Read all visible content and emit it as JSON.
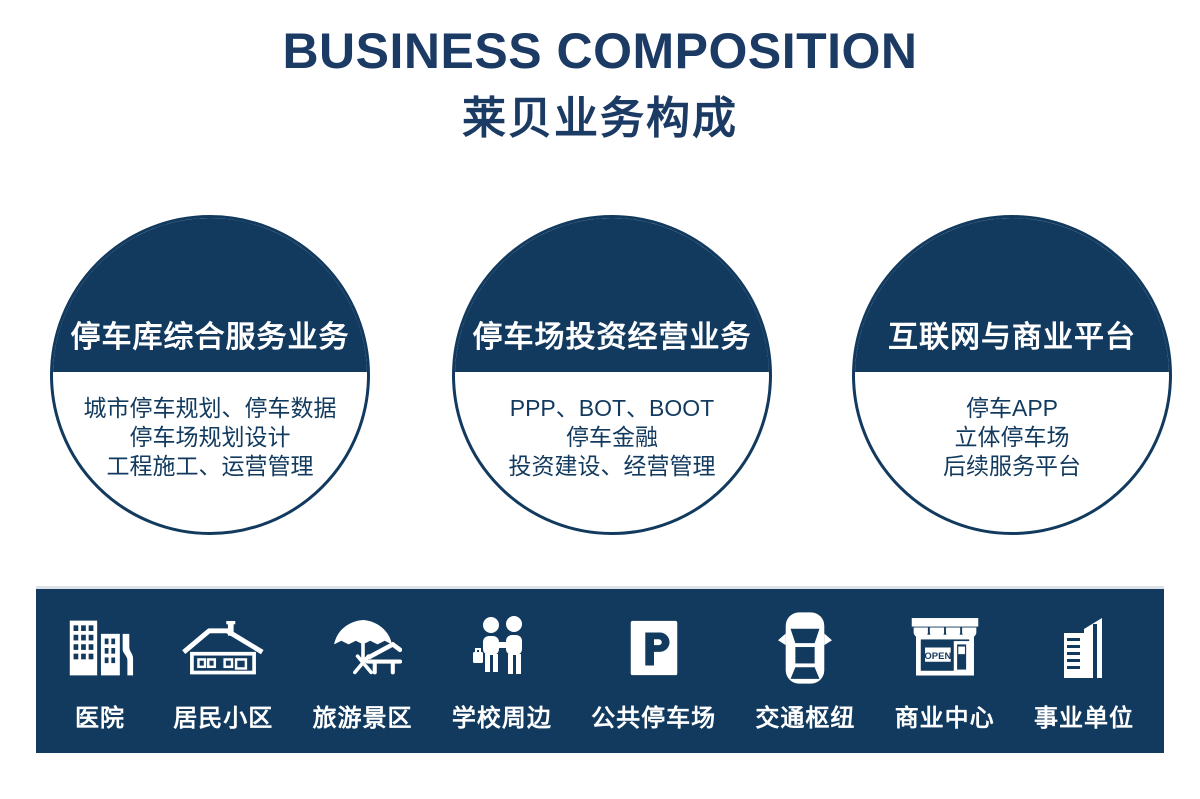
{
  "colors": {
    "navy": "#123a5e",
    "title": "#1b3a64",
    "white": "#ffffff"
  },
  "header": {
    "title_en": "BUSINESS COMPOSITION",
    "title_cn": "莱贝业务构成"
  },
  "circles": [
    {
      "title": "停车库综合服务业务",
      "lines": [
        "城市停车规划、停车数据",
        "停车场规划设计",
        "工程施工、运营管理"
      ]
    },
    {
      "title": "停车场投资经营业务",
      "lines": [
        "PPP、BOT、BOOT",
        "停车金融",
        "投资建设、经营管理"
      ]
    },
    {
      "title": "互联网与商业平台",
      "lines": [
        "停车APP",
        "立体停车场",
        "后续服务平台"
      ]
    }
  ],
  "bottom_bar": {
    "open_sign": "OPEN",
    "items": [
      {
        "icon": "hospital-icon",
        "label": "医院"
      },
      {
        "icon": "house-icon",
        "label": "居民小区"
      },
      {
        "icon": "beach-umbrella-icon",
        "label": "旅游景区"
      },
      {
        "icon": "students-icon",
        "label": "学校周边"
      },
      {
        "icon": "parking-sign-icon",
        "label": "公共停车场"
      },
      {
        "icon": "car-top-icon",
        "label": "交通枢纽"
      },
      {
        "icon": "storefront-open-icon",
        "label": "商业中心"
      },
      {
        "icon": "office-building-icon",
        "label": "事业单位"
      }
    ]
  }
}
